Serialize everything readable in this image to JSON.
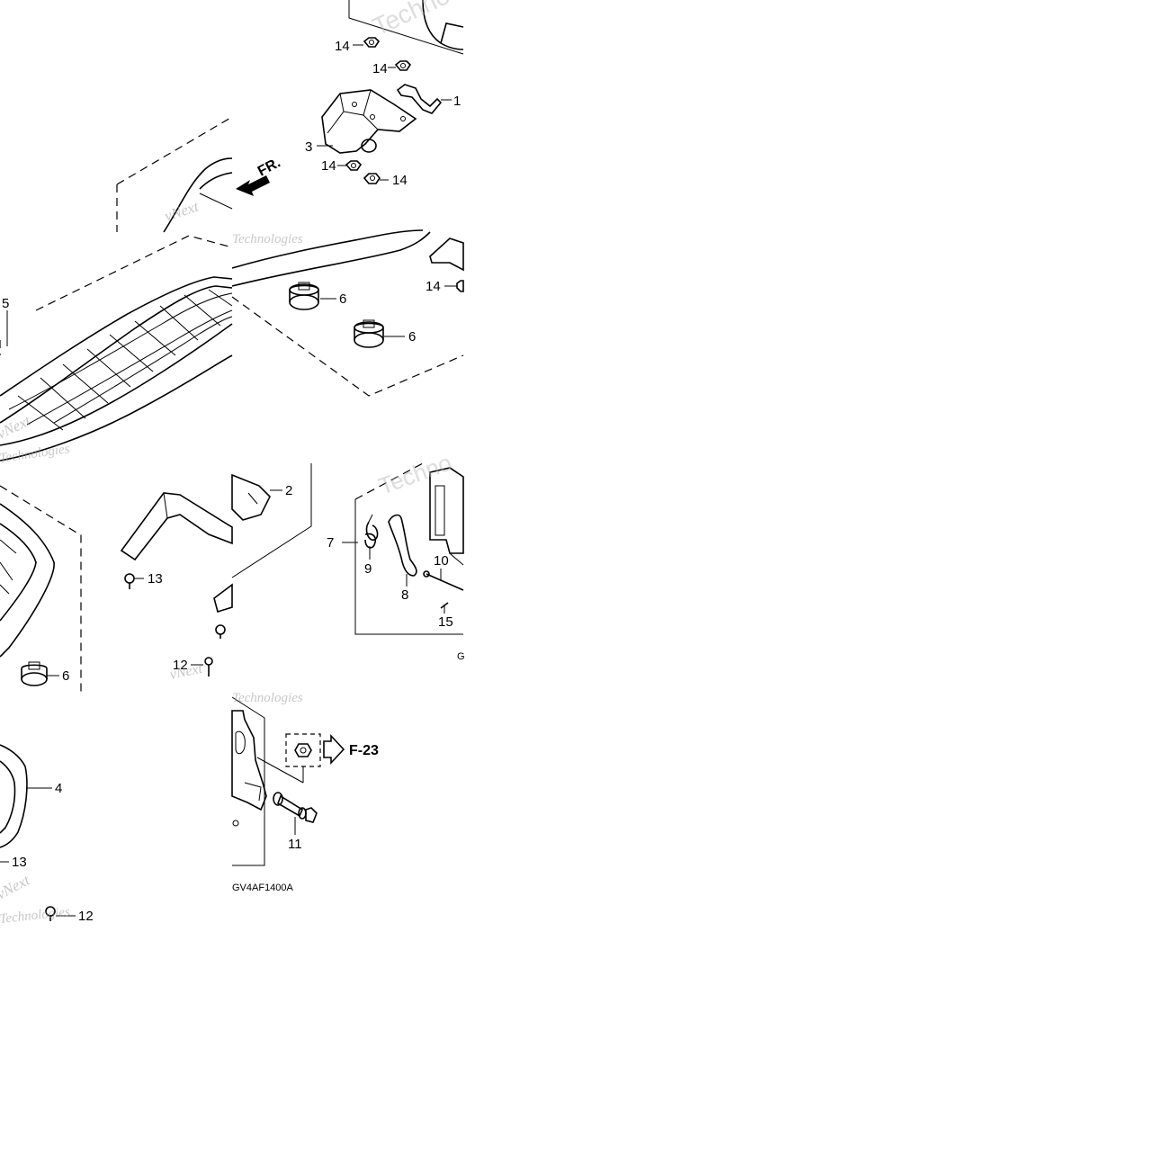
{
  "diagram": {
    "part_numbers": [
      "1",
      "2",
      "3",
      "4",
      "5",
      "6",
      "7",
      "8",
      "9",
      "10",
      "11",
      "12",
      "13",
      "14",
      "15"
    ],
    "front_arrow_label": "FR.",
    "reference_label": "F-23",
    "drawing_code_top": "G",
    "drawing_code_bottom": "GV4AF1400A",
    "watermark_words": [
      "vNext",
      "Technologies",
      "Techno"
    ]
  }
}
